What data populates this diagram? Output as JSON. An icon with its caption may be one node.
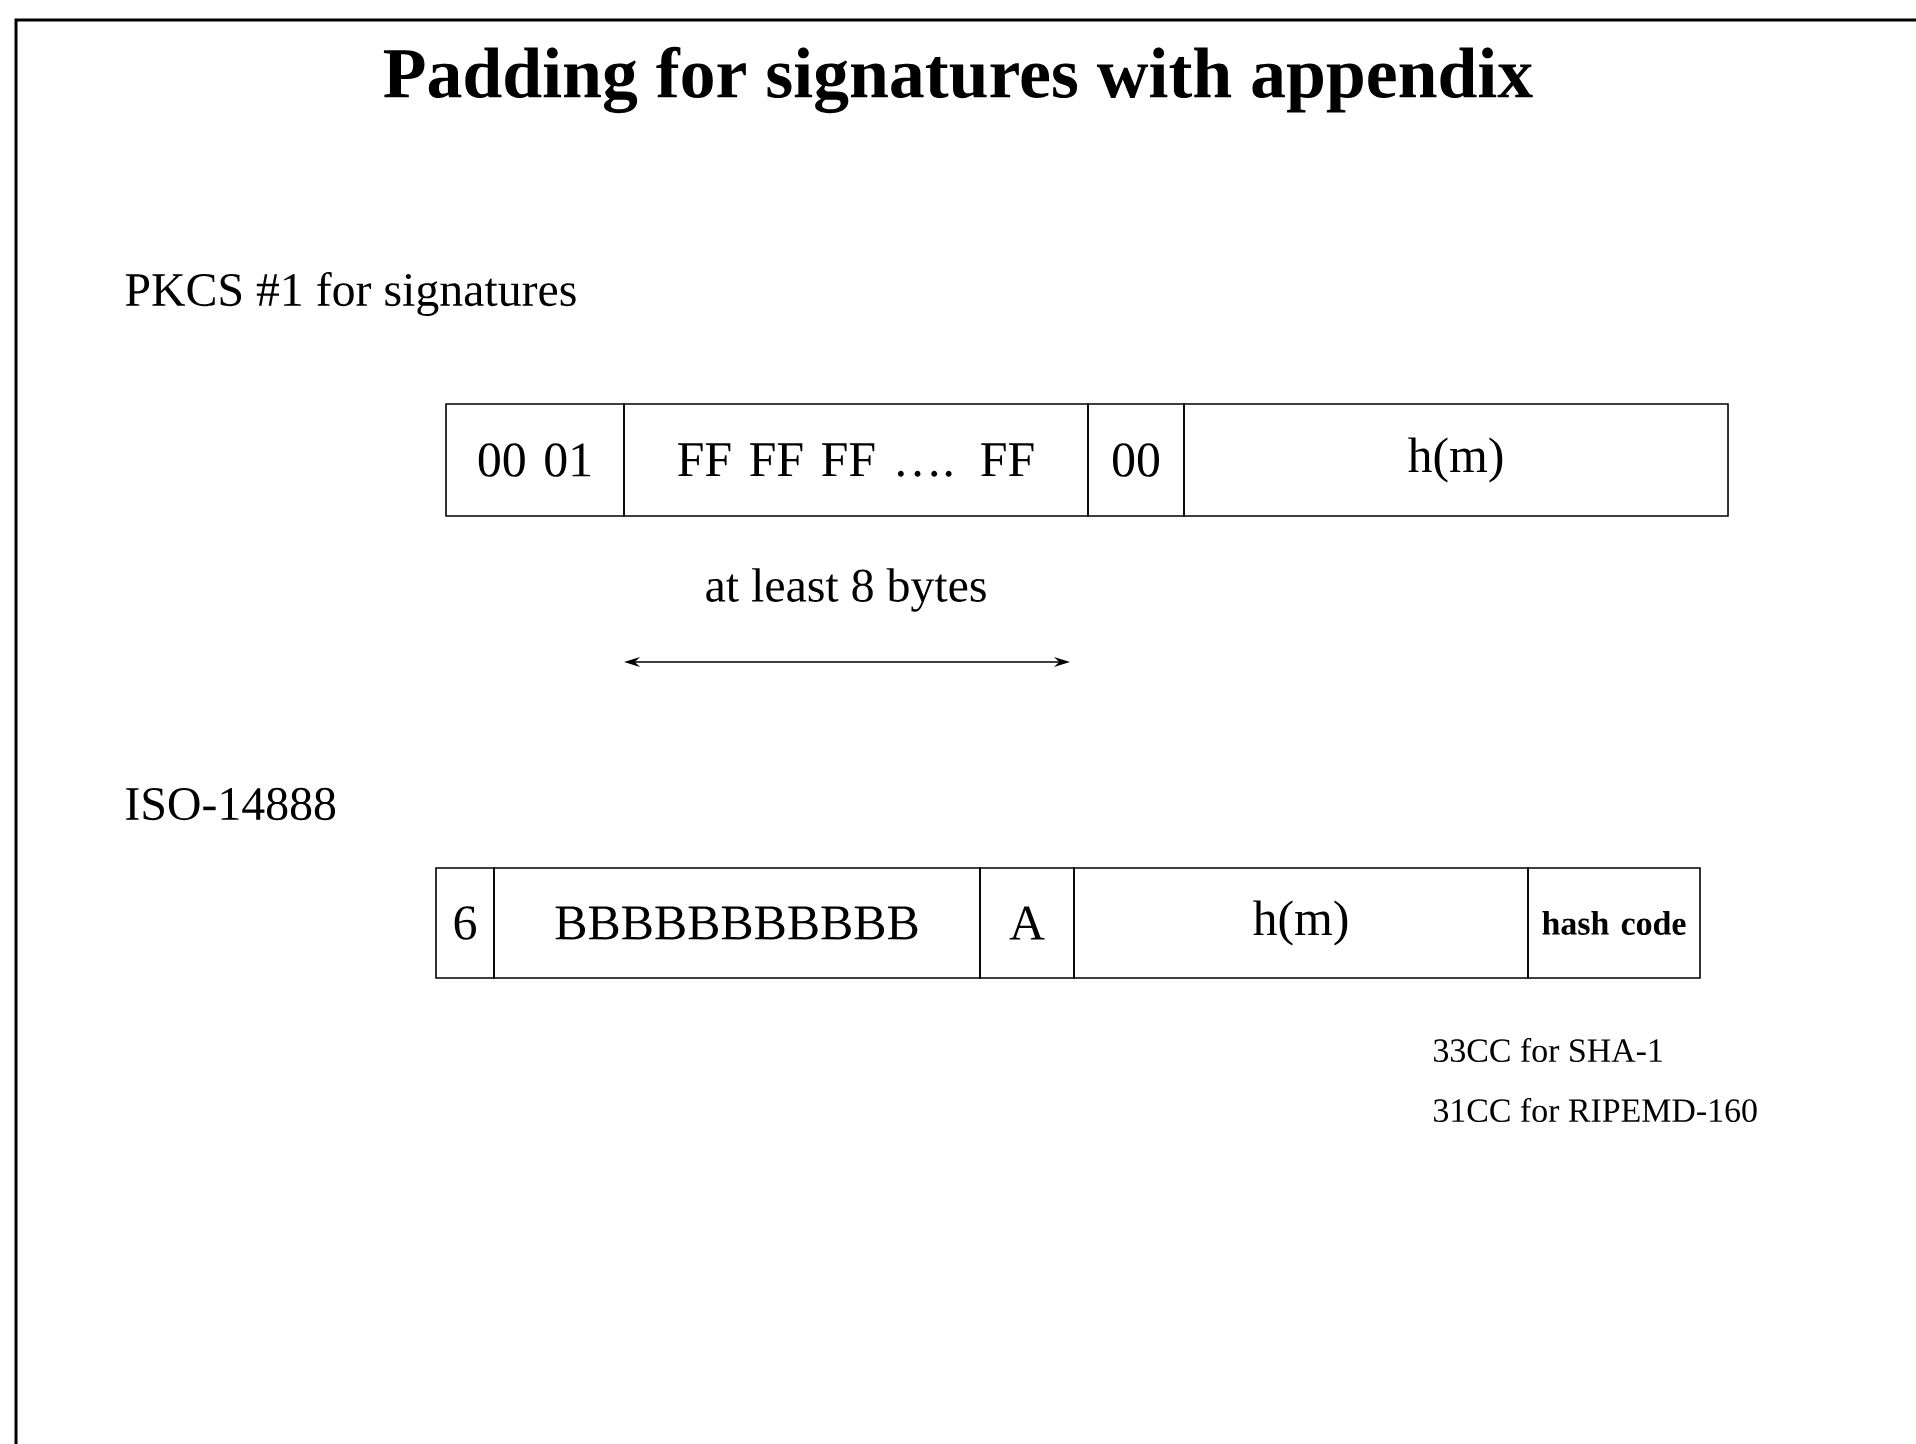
{
  "diagram": {
    "title": "Padding for signatures with appendix",
    "nodes": [
      {
        "text": [
          "00 01"
        ]
      },
      {
        "text": [
          "FF FF FF …. FF"
        ]
      },
      {
        "text": [
          "00"
        ]
      },
      {
        "text": [
          "h(m)"
        ]
      },
      {
        "text": [
          "6"
        ]
      },
      {
        "text": [
          "BBBBBBBBBBB"
        ]
      },
      {
        "text": [
          "A"
        ]
      },
      {
        "text": [
          "h(m)"
        ]
      },
      {
        "text": [
          "hash code"
        ]
      }
    ],
    "labels": [
      "PKCS #1 for signatures",
      "at least 8 bytes",
      "ISO-14888",
      "33CC for SHA-1",
      "31CC for RIPEMD-160"
    ]
  }
}
